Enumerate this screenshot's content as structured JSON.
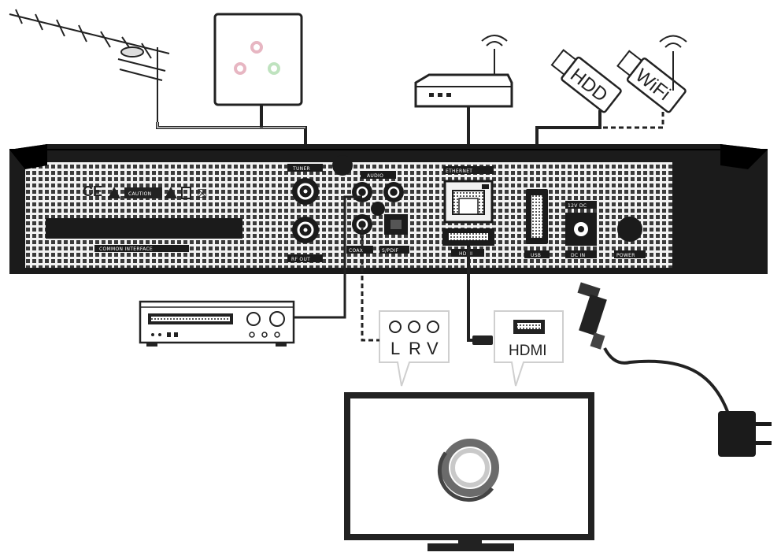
{
  "receiver": {
    "ports": {
      "tuner": "TUNER",
      "rf_out": "RF OUT",
      "audio": "AUDIO",
      "coaxial": "COAX",
      "spdif": "S/PDIF",
      "ethernet": "ETHERNET",
      "hdmi": "HDMI",
      "usb": "USB",
      "dc_in_spec": "12V DC",
      "dc_in": "DC IN",
      "power": "POWER",
      "common_interface": "COMMON INTERFACE"
    },
    "marks": {
      "ce": "CE",
      "warn": "CAUTION"
    }
  },
  "devices": {
    "hdd_label": "HDD",
    "wifi_label": "WiFi",
    "rca_labels": [
      "L",
      "R",
      "V"
    ],
    "hdmi_label": "HDMI"
  },
  "colors": {
    "ink": "#222222",
    "panel": "#e9e9e9",
    "pink_dot": "#e7b6c2",
    "green_dot": "#bfe3bf"
  }
}
